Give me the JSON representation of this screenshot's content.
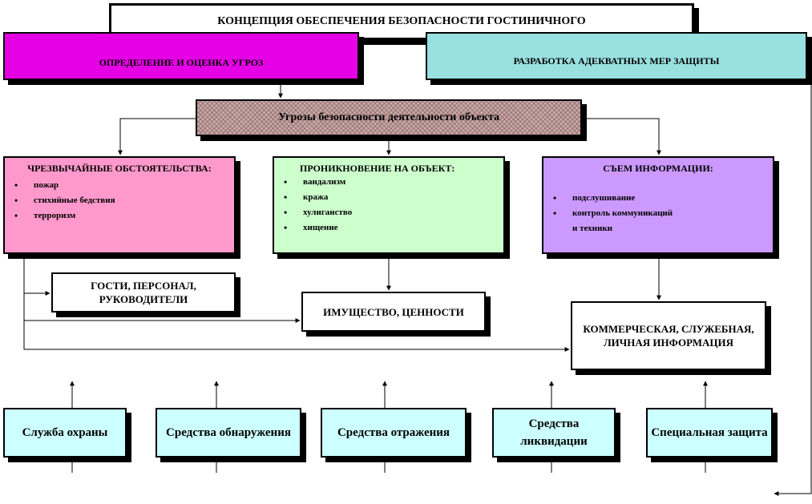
{
  "title": "КОНЦЕПЦИЯ ОБЕСПЕЧЕНИЯ БЕЗОПАСНОСТИ ГОСТИНИЧНОГО",
  "threats_definition": "ОПРЕДЕЛЕНИЕ  И ОЦЕНКА УГРОЗ",
  "protective_measures": "РАЗРАБОТКА  АДЕКВАТНЫХ МЕР ЗАЩИТЫ",
  "central": "Угрозы безопасности деятельности объекта",
  "categories": {
    "emergency": {
      "title": "ЧРЕЗВЫЧАЙНЫЕ ОБСТОЯТЕЛЬСТВА:",
      "items": [
        "пожар",
        "стихийные бедствия",
        "терроризм"
      ]
    },
    "intrusion": {
      "title": "ПРОНИКНОВЕНИЕ НА ОБЪЕКТ:",
      "items": [
        "вандализм",
        "кража",
        "хулиганство",
        "хищение"
      ]
    },
    "info": {
      "title": "СЪЕМ ИНФОРМАЦИИ:",
      "items": [
        "подслушивание",
        "контроль коммуникаций"
      ],
      "continuation": "и техники"
    }
  },
  "targets": {
    "people": "ГОСТИ, ПЕРСОНАЛ, РУКОВОДИТЕЛИ",
    "property": "ИМУЩЕСТВО, ЦЕННОСТИ",
    "information": "КОММЕРЧЕСКАЯ, СЛУЖЕБНАЯ, ЛИЧНАЯ ИНФОРМАЦИЯ"
  },
  "means": [
    "Служба охраны",
    "Средства обнаружения",
    "Средства отражения",
    "Средства ликвидации",
    "Специальная защита"
  ]
}
